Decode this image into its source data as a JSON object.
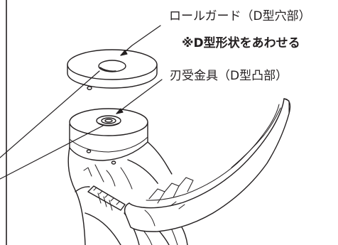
{
  "labels": {
    "roll_guard": "ロールガード（D型穴部）",
    "note": "※D型形状をあわせる",
    "blade_fitting": "刃受金具（D型凸部）"
  },
  "colors": {
    "line": "#231f20",
    "background": "#ffffff"
  }
}
